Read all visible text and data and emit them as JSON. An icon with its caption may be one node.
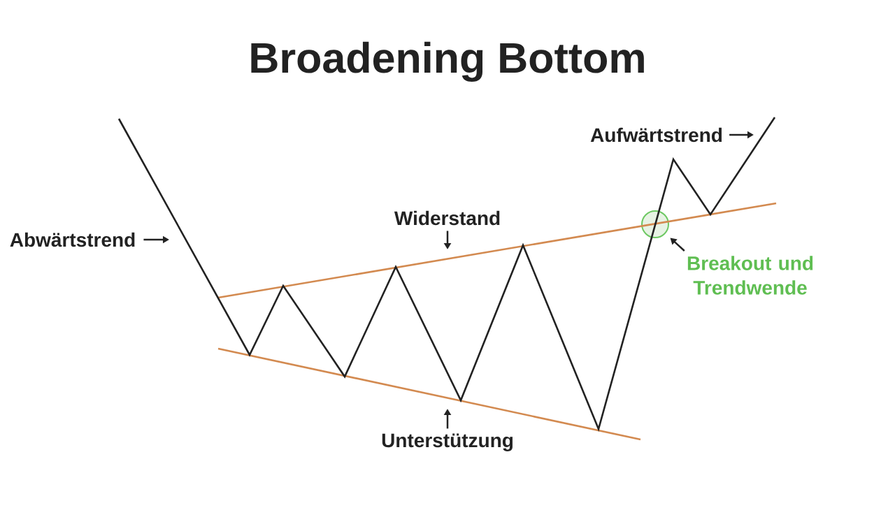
{
  "diagram": {
    "title": "Broadening Bottom",
    "nodes": [
      {
        "text": [
          "Abwärtstrend"
        ]
      },
      {
        "text": [
          "Widerstand"
        ]
      },
      {
        "text": [
          "Unterstützung"
        ]
      },
      {
        "text": [
          "Aufwärtstrend"
        ]
      },
      {
        "text": [],
        "shape": "circle"
      },
      {
        "text": [
          "Breakout und Trendwende"
        ]
      }
    ],
    "edges": [
      {
        "from": 0,
        "to": null,
        "arrow": "to"
      },
      {
        "from": 1,
        "to": null,
        "arrow": "to"
      },
      {
        "from": 2,
        "to": null,
        "arrow": "to"
      },
      {
        "from": 3,
        "to": null,
        "arrow": "to"
      },
      {
        "from": 5,
        "to": 4,
        "arrow": "to"
      }
    ]
  }
}
